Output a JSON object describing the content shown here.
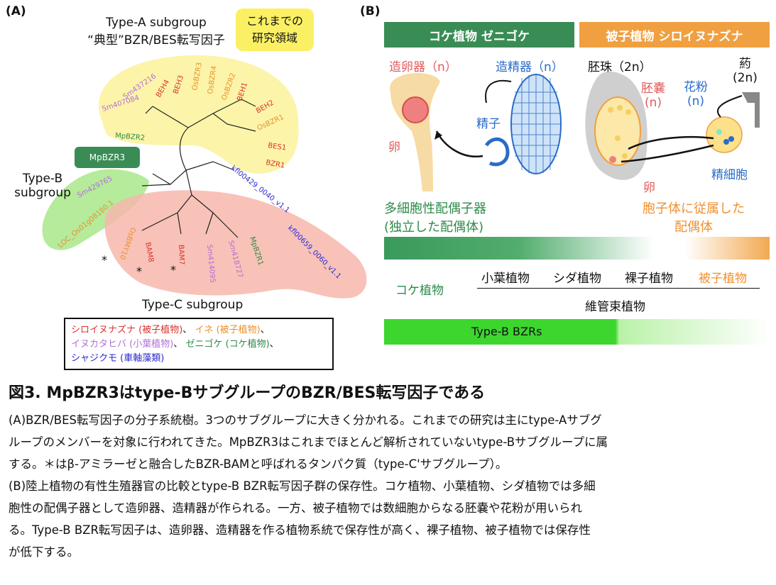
{
  "panelA": {
    "label": "(A)",
    "typeA_title_line1": "Type-A subgroup",
    "typeA_title_line2": "“典型”BZR/BES転写因子",
    "research_badge_line1": "これまでの",
    "research_badge_line2": "研究領域",
    "typeB_title_line1": "Type-B",
    "typeB_title_line2": "subgroup",
    "typeC_title": "Type-C subgroup",
    "mpbzr3_label": "MpBZR3",
    "leaves": {
      "sm437216": "Sm437216",
      "sm407084": "Sm407084",
      "beh4": "BEH4",
      "beh3": "BEH3",
      "osbzr3": "OsBZR3",
      "osbzr4": "OsBZR4",
      "osbzr2": "OsBZR2",
      "beh1": "BEH1",
      "beh2": "BEH2",
      "osbzr1": "OsBZR1",
      "bes1": "BES1",
      "bzr1": "BZR1",
      "mpbzr2": "MpBZR2",
      "kfl429": "kfl00429_0040_v1.1",
      "sm429765": "Sm429765",
      "loc": "LOC_Os01g08180.1",
      "osbmy10": "OsBMY10",
      "bam8": "BAM8",
      "bam7": "BAM7",
      "sm414095": "Sm414095",
      "sm418727": "Sm418727",
      "mpbzr1": "MpBZR1",
      "kfl659": "kfl00659_0060_v1.1"
    },
    "asterisk": "*",
    "legend": {
      "arabidopsis": "シロイヌナズナ (被子植物)",
      "rice": "イネ (被子植物)",
      "selaginella": "イヌカタヒバ (小葉植物)",
      "marchantia": "ゼニゴケ (コケ植物)",
      "klebsormidium": "シャジクモ (車軸藻類)",
      "sep": "、"
    }
  },
  "panelB": {
    "label": "(B)",
    "moss_header": "コケ植物 ゼニゴケ",
    "angio_header": "被子植物 シロイヌナズナ",
    "archegonium": "造卵器（n）",
    "antheridium": "造精器（n）",
    "sperm": "精子",
    "egg": "卵",
    "ovule": "胚珠（2n）",
    "embryo_sac_line1": "胚嚢",
    "embryo_sac_line2": "(n)",
    "pollen_line1": "花粉",
    "pollen_line2": "(n)",
    "anther_line1": "葯",
    "anther_line2": "(2n)",
    "sperm_cell": "精細胞",
    "egg2": "卵",
    "multicellular_line1": "多細胞性配偶子器",
    "multicellular_line2": "(独立した配偶体)",
    "dependent_line1": "胞子体に従属した",
    "dependent_line2": "配偶体",
    "taxa": {
      "moss": "コケ植物",
      "lycophyte": "小葉植物",
      "fern": "シダ植物",
      "gymnosperm": "裸子植物",
      "angiosperm": "被子植物",
      "vascular": "維管束植物"
    },
    "typeB_bar": "Type-B BZRs"
  },
  "caption": {
    "title": "図3. MpBZR3はtype-BサブグループのBZR/BES転写因子である",
    "line1": "(A)BZR/BES転写因子の分子系統樹。3つのサブグループに大きく分かれる。これまでの研究は主にtype-Aサブグ",
    "line2": "ループのメンバーを対象に行われてきた。MpBZR3はこれまでほとんど解析されていないtype-Bサブグループに属",
    "line3": "する。＊はβ-アミラーゼと融合したBZR-BAMと呼ばれるタンパク質（type-C'サブグループ）。",
    "line4": "(B)陸上植物の有性生殖器官の比較とtype-B BZR転写因子群の保存性。コケ植物、小葉植物、シダ植物では多細",
    "line5": "胞性の配偶子器として造卵器、造精器が作られる。一方、被子植物では数細胞からなる胚嚢や花粉が用いられ",
    "line6": "る。Type-B BZR転写因子は、造卵器、造精器を作る植物系統で保存性が高く、裸子植物、被子植物では保存性",
    "line7": "が低下する。"
  },
  "colors": {
    "arabidopsis": "#d9342b",
    "rice": "#e8912c",
    "selaginella": "#b36fd6",
    "marchantia": "#2e8b4a",
    "klebsormidium": "#2a2ad0",
    "moss_green": "#2e8b4a",
    "angio_orange": "#f0a040"
  }
}
